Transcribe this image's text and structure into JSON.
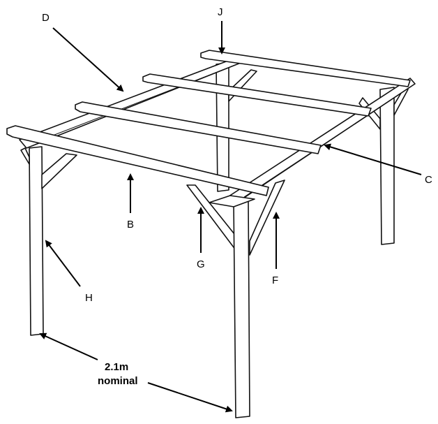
{
  "diagram": {
    "labels": {
      "D": "D",
      "J": "J",
      "C": "C",
      "B": "B",
      "G": "G",
      "F": "F",
      "H": "H"
    },
    "dimension": {
      "line1": "2.1m",
      "line2": "nominal"
    },
    "line_color": "#111111"
  }
}
